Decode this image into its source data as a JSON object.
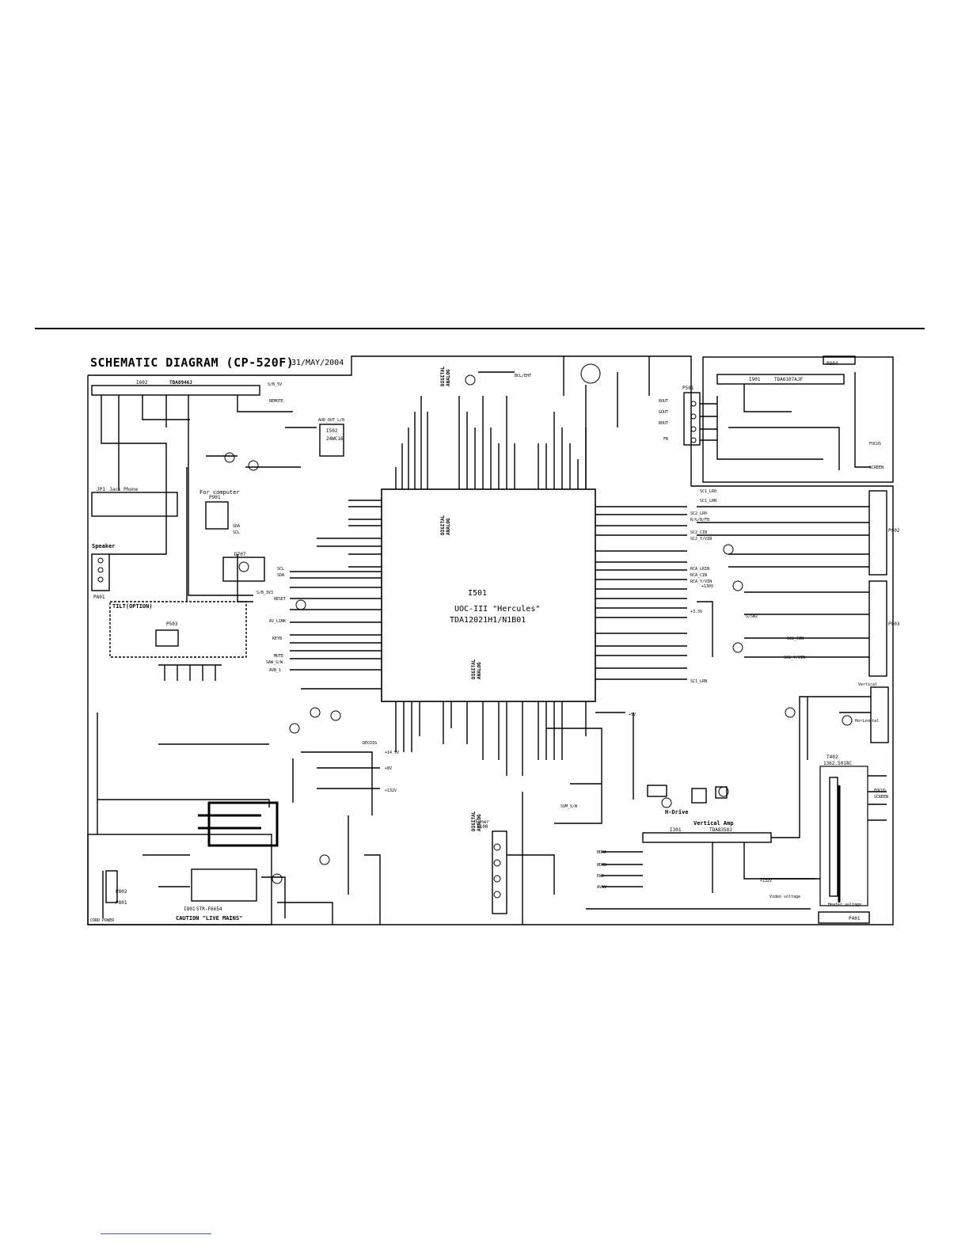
{
  "diagram": {
    "title": "SCHEMATIC DIAGRAM (CP-520F)",
    "date": "31/MAY/2004",
    "main_ic": {
      "ref": "I501",
      "line1": "UOC-III \"Hercules\"",
      "line2": "TDA12021H1/N1B01"
    },
    "blocks": {
      "i602": "I602",
      "i602_part": "TDA8946J",
      "i901": "I901",
      "i901_part": "TDA6107AJF",
      "i301": "I301",
      "i301_part": "TDA8358J",
      "t402": "T402",
      "t402_part": "1362.5018C",
      "i801": "I801",
      "i801_part": "STR-F6654",
      "tuner": "Tuner",
      "tuner_part": "I100",
      "i502": "I502",
      "i502_part": "24WC16",
      "p501": "P501",
      "p503": "P503",
      "p901": "P901",
      "p902": "P902",
      "p903": "P903",
      "p904": "P904",
      "p401": "P401",
      "p801": "P801",
      "p802": "P802",
      "pa01": "PA01",
      "d707": "D707",
      "jp1": "JP1",
      "jp1_label": "Jack Phone"
    },
    "labels": {
      "speaker": "Speaker",
      "tilt": "TILT(OPTION)",
      "for_computer": "For computer",
      "h_drive": "H-Drive",
      "vertical_amp": "Vertical Amp",
      "caution": "CAUTION \"LIVE MAINS\"",
      "cord_power": "CORD POWER",
      "digital_top": "DIGITAL",
      "analog_top": "ANALOG",
      "digital_mid": "DIGITAL",
      "analog_mid": "ANALOG",
      "digital_bot": "DIGITAL",
      "analog_bot": "ANALOG",
      "digital_btm2": "DIGITAL",
      "analog_btm2": "ANALOG",
      "focus": "FOCUS",
      "screen": "SCREEN",
      "focus2": "FOCUS",
      "screen2": "SCREEN",
      "v130": "+130V",
      "v5": "+5V",
      "v8": "+8V",
      "v33": "+3.3V",
      "v132": "+132V",
      "v14": "+14_5V",
      "vertical": "Vertical",
      "horizontal": "Horizontal",
      "video_voltage": "Video voltage",
      "heater_voltage": "Heater voltage"
    },
    "signals": {
      "s1": "S/B_5V",
      "s2": "REMOTE",
      "s3": "AUD_OUT_L/R",
      "s4": "S/B_3V3",
      "s5": "SCL",
      "s6": "SDA",
      "s7": "RESET",
      "s8": "AV_LINK",
      "s9": "KEYB",
      "s10": "MUTE",
      "s11": "SAW_S/W",
      "s12": "AVB_1",
      "s13": "SC1_LR0",
      "s14": "SC1_LRN",
      "s15": "R/G/B/FB",
      "s16": "SC2_LR0",
      "s17": "SC2_CIN",
      "s18": "SC2_Y/VIN",
      "s19": "RCA_LRIN",
      "s20": "RCA_CIN",
      "s21": "RCA_Y/VIN",
      "s22": "SC1_LRN",
      "s23": "S/SW2",
      "s24": "SC2_CIN",
      "s25": "SC2_Y/VIN",
      "s26": "HDRA",
      "s27": "HDRB",
      "s28": "EWD",
      "s29": "AVAV",
      "s30": "BCL/EHT",
      "s31": "SVM_S/W",
      "s32": "DECDIG",
      "s33": "SDA",
      "s34": "SCL",
      "s35": "FB",
      "s36": "ROUT",
      "s37": "GOUT",
      "s38": "BOUT"
    }
  }
}
